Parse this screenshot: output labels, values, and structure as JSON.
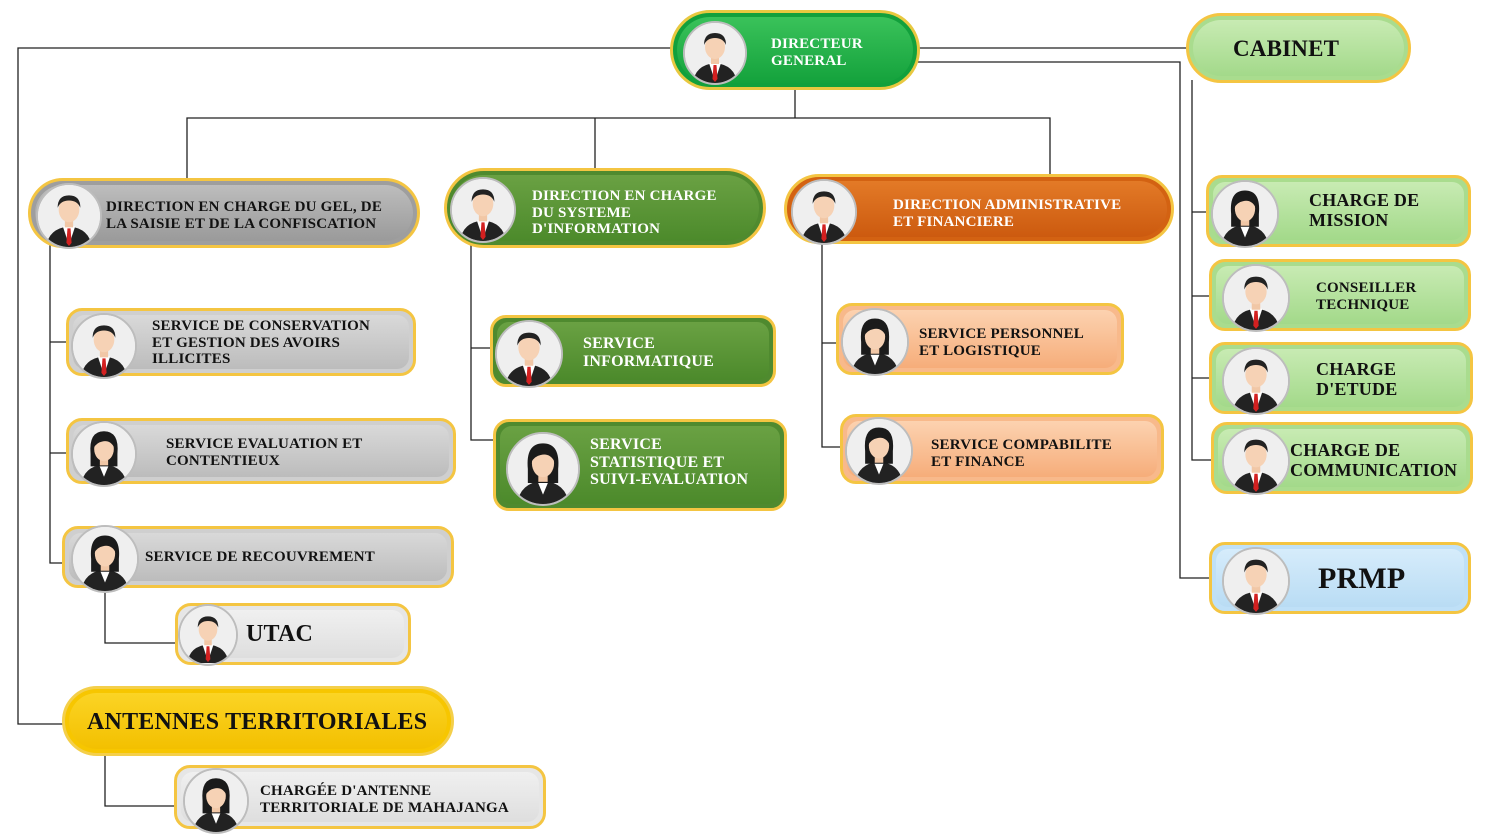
{
  "nodes": {
    "dg": "DIRECTEUR\nGENERAL",
    "cabinet": "CABINET",
    "dir_gel": "DIRECTION EN CHARGE DU GEL, DE\nLA SAISIE ET DE LA CONFISCATION",
    "dir_si": "DIRECTION EN CHARGE\nDU SYSTEME\nD'INFORMATION",
    "daf": "DIRECTION ADMINISTRATIVE\nET FINANCIERE",
    "svc_conservation": "SERVICE DE CONSERVATION\nET GESTION DES AVOIRS\n ILLICITES",
    "svc_evaluation": "SERVICE EVALUATION ET\nCONTENTIEUX",
    "svc_recouvrement": "SERVICE DE RECOUVREMENT",
    "utac": "UTAC",
    "svc_informatique": "SERVICE\nINFORMATIQUE",
    "svc_statistique": "SERVICE\nSTATISTIQUE ET\nSUIVI-EVALUATION",
    "svc_personnel": "SERVICE PERSONNEL\nET LOGISTIQUE",
    "svc_compta": "SERVICE COMPABILITE\nET FINANCE",
    "charge_mission": "CHARGE DE\nMISSION",
    "conseiller": "CONSEILLER\nTECHNIQUE",
    "charge_etude": "CHARGE\nD'ETUDE",
    "charge_comm": "CHARGE DE\nCOMMUNICATION",
    "prmp": "PRMP",
    "antennes": "ANTENNES TERRITORIALES",
    "antenne_mahajanga": "CHARGÉE D'ANTENNE\nTERRITORIALE DE MAHAJANGA"
  },
  "colors": {
    "line": "#222222",
    "border": "#f4c542"
  },
  "icons": {
    "male": "male-avatar-icon",
    "female": "female-avatar-icon"
  }
}
